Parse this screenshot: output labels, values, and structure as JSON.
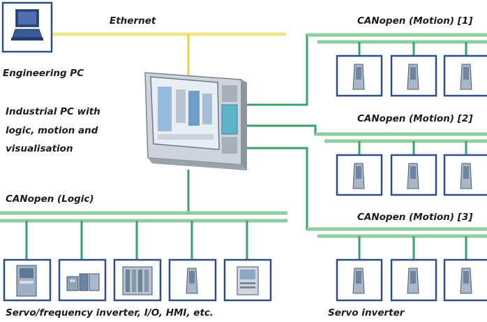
{
  "labels": {
    "ethernet": "Ethernet",
    "engineering_pc": "Engineering PC",
    "ipc_line1": "Industrial PC with",
    "ipc_line2": "logic, motion and",
    "ipc_line3": "visualisation",
    "canopen_logic": "CANopen (Logic)",
    "motion1": "CANopen (Motion) [1]",
    "motion2": "CANopen (Motion) [2]",
    "motion3": "CANopen (Motion) [3]",
    "logic_devices": "Servo/frequency inverter, I/O, HMI, etc.",
    "servo_inverter": "Servo inverter"
  },
  "icons": {
    "laptop": "laptop-icon",
    "industrial_pc": "industrial-pc-icon",
    "servo_drive": "servo-drive-icon",
    "frequency_inverter": "frequency-inverter-icon",
    "io_module": "io-module-icon",
    "controller_rack": "controller-rack-icon",
    "hmi": "hmi-panel-icon"
  },
  "colors": {
    "device_frame": "#2e4f8a",
    "logic_bus": "#8fce9e",
    "drop_line": "#3aa06d",
    "ethernet": "#f1e58a"
  }
}
